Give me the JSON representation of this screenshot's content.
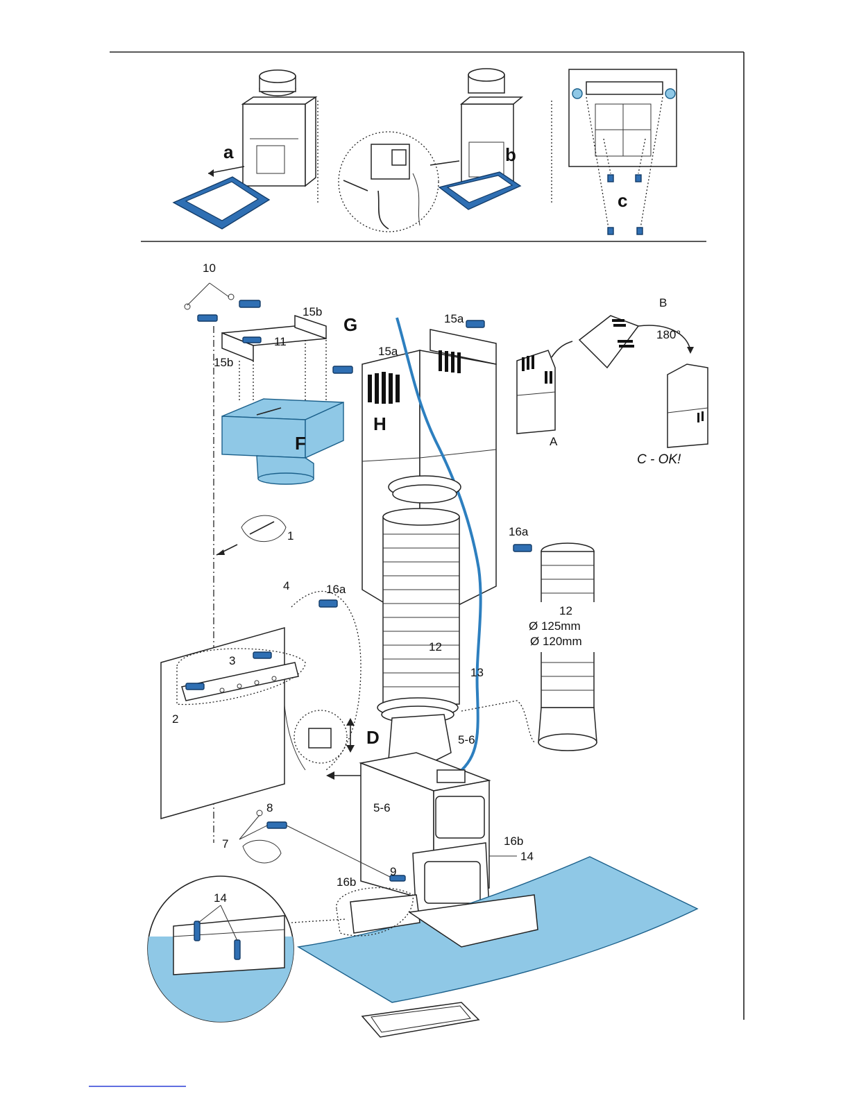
{
  "top_panels": {
    "step_a": "a",
    "step_b": "b",
    "step_c": "c"
  },
  "labels": {
    "l10": "10",
    "l15b_top": "15b",
    "l15b_left": "15b",
    "l11": "11",
    "lG": "G",
    "l15a_top": "15a",
    "l15a_mid": "15a",
    "lF": "F",
    "lH": "H",
    "l1": "1",
    "l16a_right": "16a",
    "l16a_left": "16a",
    "l4": "4",
    "l3": "3",
    "l2": "2",
    "l12_center": "12",
    "l13": "13",
    "lD": "D",
    "l56_right": "5-6",
    "l56_left": "5-6",
    "l8": "8",
    "l7": "7",
    "l9": "9",
    "l16b_right": "16b",
    "l16b_left": "16b",
    "l14_right": "14",
    "l14_circle": "14",
    "lA": "A",
    "lB": "B",
    "l180": "180°",
    "lCok": "C - OK!",
    "l12_side": "12",
    "dia125": "Ø 125mm",
    "dia120": "Ø 120mm"
  },
  "colors": {
    "accent_blue": "#8fc8e6",
    "dark_blue": "#2f6fb3",
    "line": "#222222"
  }
}
